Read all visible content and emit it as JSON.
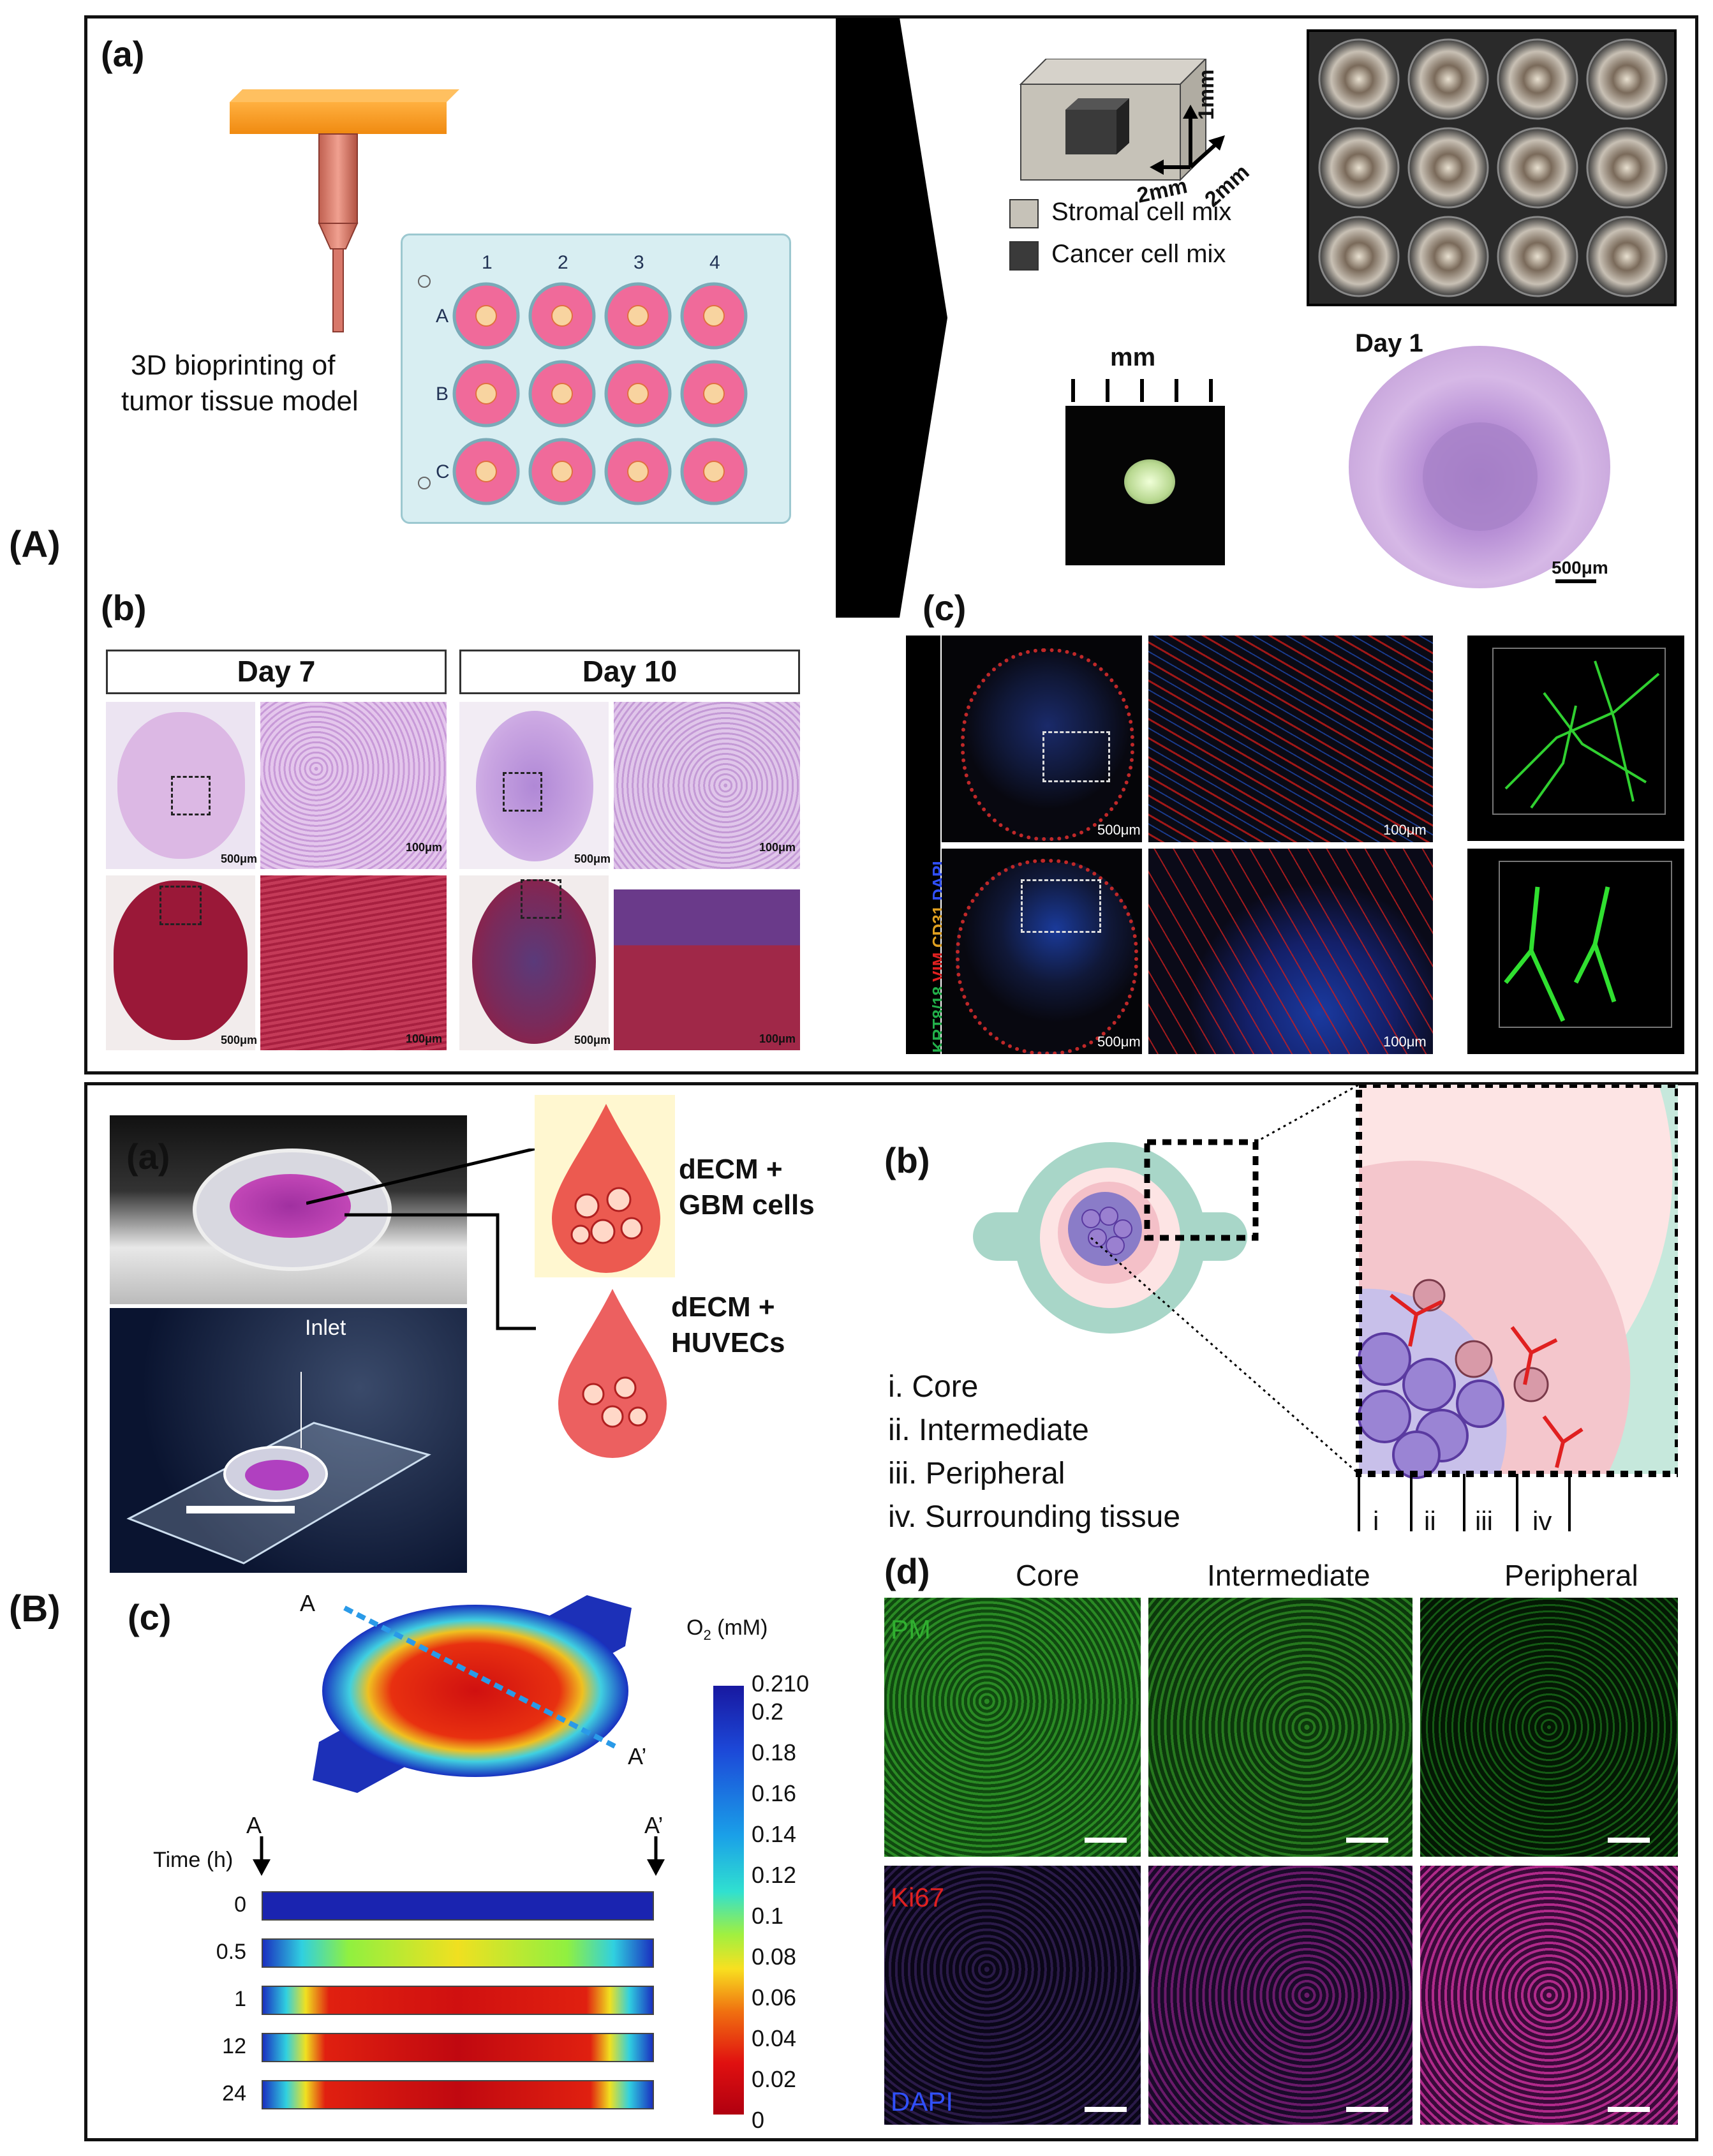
{
  "row_labels": {
    "A": "(A)",
    "B": "(B)"
  },
  "panelA": {
    "a": {
      "label": "(a)",
      "caption_line1": "3D bioprinting  of",
      "caption_line2": "tumor  tissue model",
      "plate_cols": [
        "1",
        "2",
        "3",
        "4"
      ],
      "plate_rows": [
        "A",
        "B",
        "C"
      ],
      "dim_height": "1mm",
      "dim_width": "2mm",
      "dim_depth": "2mm",
      "legend": [
        {
          "text": "Stromal cell mix",
          "color": "#c6c2b8"
        },
        {
          "text": "Cancer cell mix",
          "color": "#3a3a3a"
        }
      ],
      "ruler_label": "mm",
      "day_label": "Day 1",
      "scale_bar": "500μm"
    },
    "b": {
      "label": "(b)",
      "days": [
        "Day 7",
        "Day 10"
      ],
      "scale_500": "500μm",
      "scale_100": "100μm"
    },
    "c": {
      "label": "(c)",
      "stain_labels": [
        {
          "text": "KRT8/18",
          "color": "#22b04a"
        },
        {
          "text": "VIM",
          "color": "#e02020"
        },
        {
          "text": "CD31",
          "color": "#e0a020"
        },
        {
          "text": "DAPI",
          "color": "#3050ff"
        }
      ],
      "scale_500": "500μm",
      "scale_100": "100μm"
    }
  },
  "panelB": {
    "a": {
      "label": "(a)",
      "drop1_line1": "dECM +",
      "drop1_line2": "GBM cells",
      "drop2_line1": "dECM +",
      "drop2_line2": "HUVECs",
      "inlet": "Inlet"
    },
    "b": {
      "label": "(b)",
      "regions": [
        "i. Core",
        "ii. Intermediate",
        "iii. Peripheral",
        "iv. Surrounding tissue"
      ],
      "ticks": [
        "i",
        "ii",
        "iii",
        "iv"
      ]
    },
    "c": {
      "label": "(c)",
      "section_start": "A",
      "section_end": "A’",
      "colorbar_title": "O2 (mM)",
      "colorbar_title_main": "O",
      "colorbar_title_sub": "2",
      "colorbar_title_unit": " (mM)",
      "colorbar_ticks": [
        "0.210",
        "0.2",
        "0.18",
        "0.16",
        "0.14",
        "0.12",
        "0.1",
        "0.08",
        "0.06",
        "0.04",
        "0.02",
        "0"
      ],
      "time_header": "Time (h)",
      "times": [
        "0",
        "0.5",
        "1",
        "12",
        "24"
      ]
    },
    "d": {
      "label": "(d)",
      "columns": [
        "Core",
        "Intermediate",
        "Peripheral"
      ],
      "stain_PM": "PM",
      "stain_Ki67": "Ki67",
      "stain_DAPI": "DAPI"
    }
  }
}
